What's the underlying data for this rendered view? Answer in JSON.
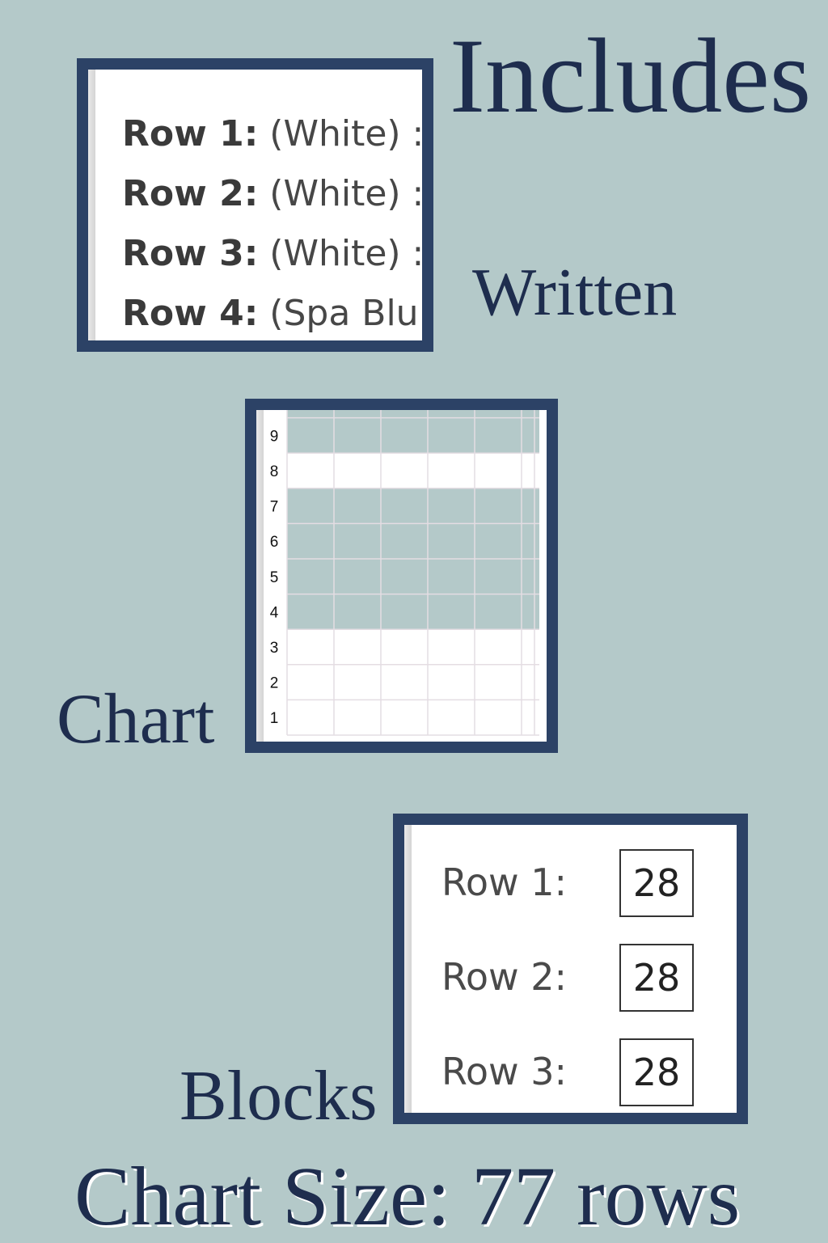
{
  "title": "Includes",
  "labels": {
    "written": "Written",
    "chart": "Chart",
    "blocks": "Blocks"
  },
  "footer": "Chart Size: 77 rows",
  "written_rows": [
    {
      "label": "Row 1:",
      "text": "(White) :"
    },
    {
      "label": "Row 2:",
      "text": "(White) :"
    },
    {
      "label": "Row 3:",
      "text": "(White) :"
    },
    {
      "label": "Row 4:",
      "text": "(Spa Blu"
    }
  ],
  "chart_rows": [
    {
      "row": "1",
      "color": "White"
    },
    {
      "row": "2",
      "color": "White"
    },
    {
      "row": "3",
      "color": "White"
    },
    {
      "row": "4",
      "color": "Spa Blue"
    },
    {
      "row": "5",
      "color": "Spa Blue"
    },
    {
      "row": "6",
      "color": "Spa Blue"
    },
    {
      "row": "7",
      "color": "Spa Blue"
    },
    {
      "row": "8",
      "color": "White"
    },
    {
      "row": "9",
      "color": "Spa Blue"
    }
  ],
  "block_rows": [
    {
      "label": "Row 1:",
      "count": "28"
    },
    {
      "label": "Row 2:",
      "count": "28"
    },
    {
      "label": "Row 3:",
      "count": "28"
    }
  ],
  "colors": {
    "background": "#b4c9c9",
    "frame": "#2c4266",
    "text": "#1e2d4e",
    "White": "#ffffff",
    "Spa Blue": "#b4c9c9"
  }
}
